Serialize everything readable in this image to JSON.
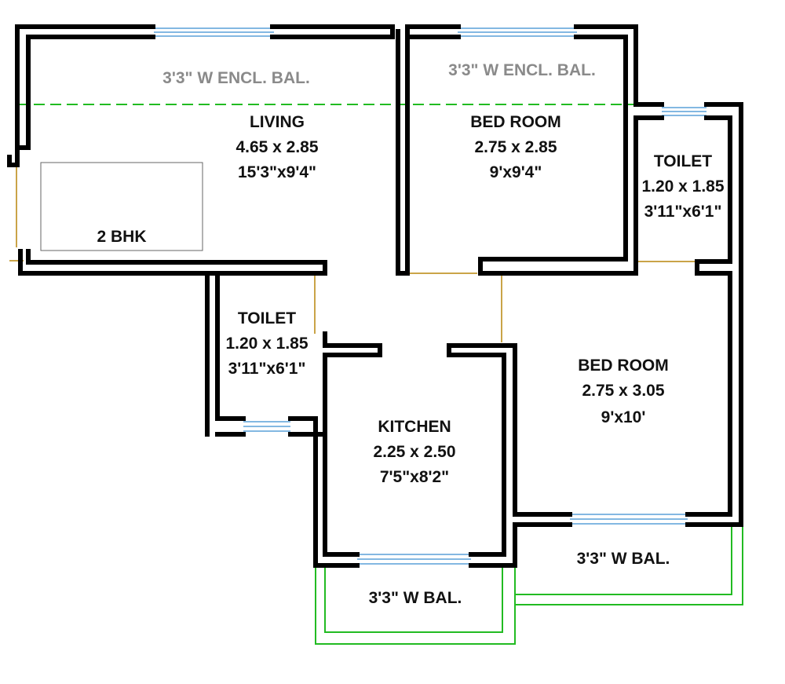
{
  "colors": {
    "wall": "#000000",
    "window": "#5aa0d8",
    "door": "#b8860b",
    "balcony_railing": "#22bb22",
    "enclosed_balcony_text": "#8a8a8a",
    "label_text": "#111111"
  },
  "rooms": {
    "living": {
      "name": "LIVING",
      "size_m": "4.65 x 2.85",
      "size_ft": "15'3\"x9'4\""
    },
    "bedroom1": {
      "name": "BED ROOM",
      "size_m": "2.75 x 2.85",
      "size_ft": "9'x9'4\""
    },
    "toilet1": {
      "name": "TOILET",
      "size_m": "1.20 x 1.85",
      "size_ft": "3'11\"x6'1\""
    },
    "toilet2": {
      "name": "TOILET",
      "size_m": "1.20 x 1.85",
      "size_ft": "3'11\"x6'1\""
    },
    "bedroom2": {
      "name": "BED ROOM",
      "size_m": "2.75 x 3.05",
      "size_ft": "9'x10'"
    },
    "kitchen": {
      "name": "KITCHEN",
      "size_m": "2.25 x 2.50",
      "size_ft": "7'5\"x8'2\""
    }
  },
  "balconies": {
    "enclosed_living": "3'3\" W ENCL. BAL.",
    "enclosed_bedroom": "3'3\" W ENCL. BAL.",
    "kitchen_balcony": "3'3\" W BAL.",
    "bedroom_balcony": "3'3\" W BAL."
  },
  "plan_label": "2 BHK"
}
